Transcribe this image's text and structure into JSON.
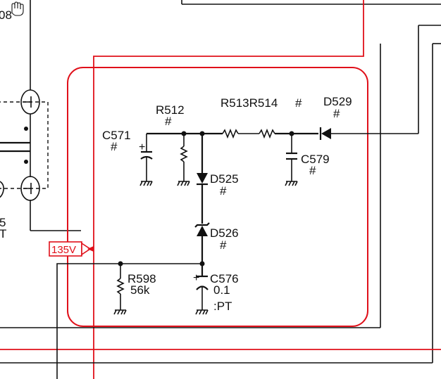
{
  "diagram": {
    "colors": {
      "wire": "#111111",
      "highlight": "#e0101a",
      "background": "#ffffff"
    },
    "partial_labels": {
      "top_left": "08",
      "left_mid_5": "5",
      "left_mid_t": "T"
    },
    "net_label": "135V",
    "components": {
      "c571": {
        "ref": "C571",
        "value": "#"
      },
      "r512": {
        "ref": "R512",
        "value": "#"
      },
      "r513_r514": {
        "ref": "R513R514",
        "value": "#"
      },
      "d529": {
        "ref": "D529",
        "value": "#"
      },
      "c579": {
        "ref": "C579",
        "value": "#"
      },
      "d525": {
        "ref": "D525",
        "value": "#"
      },
      "d526": {
        "ref": "D526",
        "value": "#"
      },
      "r598": {
        "ref": "R598",
        "value": "56k"
      },
      "c576": {
        "ref": "C576",
        "value": "0.1",
        "note": ":PT"
      }
    },
    "icons": [
      "hand-cursor-icon"
    ]
  }
}
